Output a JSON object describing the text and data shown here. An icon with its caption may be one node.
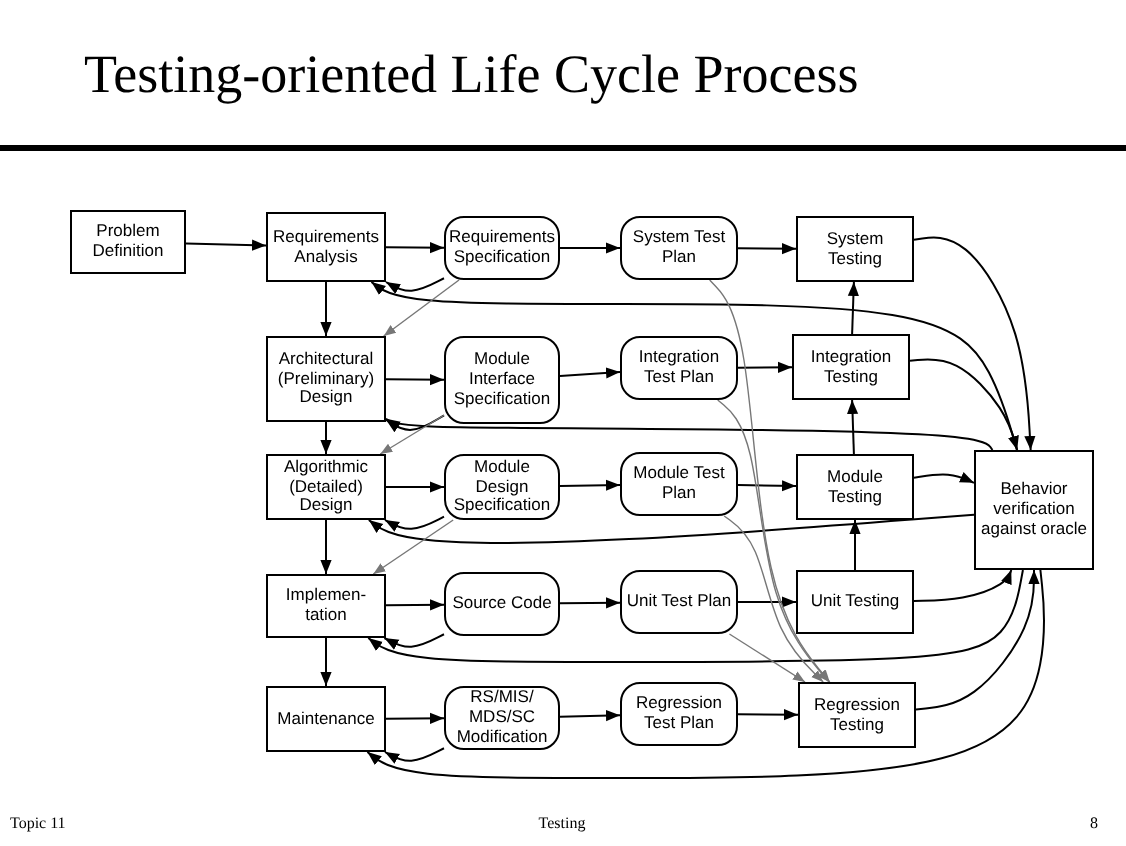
{
  "diagram": {
    "title": "Testing-oriented Life Cycle Process",
    "nodes": [
      {
        "text": [
          "Problem Definition"
        ]
      },
      {
        "text": [
          "Requirements Analysis"
        ]
      },
      {
        "text": [
          "Requirements Specification"
        ]
      },
      {
        "text": [
          "System Test Plan"
        ]
      },
      {
        "text": [
          "System Testing"
        ]
      },
      {
        "text": [
          "Architectural (Preliminary) Design"
        ]
      },
      {
        "text": [
          "Module Interface Specification"
        ]
      },
      {
        "text": [
          "Integration Test Plan"
        ]
      },
      {
        "text": [
          "Integration Testing"
        ]
      },
      {
        "text": [
          "Algorithmic (Detailed) Design"
        ]
      },
      {
        "text": [
          "Module Design Specification"
        ]
      },
      {
        "text": [
          "Module Test Plan"
        ]
      },
      {
        "text": [
          "Module Testing"
        ]
      },
      {
        "text": [
          "Behavior verification against oracle"
        ]
      },
      {
        "text": [
          "Implemen- tation"
        ]
      },
      {
        "text": [
          "Source Code"
        ]
      },
      {
        "text": [
          "Unit Test Plan"
        ]
      },
      {
        "text": [
          "Unit Testing"
        ]
      },
      {
        "text": [
          "Maintenance"
        ]
      },
      {
        "text": [
          "RS/MIS/ MDS/SC Modification"
        ]
      },
      {
        "text": [
          "Regression Test Plan"
        ]
      },
      {
        "text": [
          "Regression Testing"
        ]
      }
    ],
    "edges": [
      {
        "from": 0,
        "to": 1,
        "arrow": "to"
      },
      {
        "from": 1,
        "to": 2,
        "arrow": "to"
      },
      {
        "from": 2,
        "to": 3,
        "arrow": "to"
      },
      {
        "from": 3,
        "to": 4,
        "arrow": "to"
      },
      {
        "from": 5,
        "to": 6,
        "arrow": "to"
      },
      {
        "from": 6,
        "to": 7,
        "arrow": "to"
      },
      {
        "from": 7,
        "to": 8,
        "arrow": "to"
      },
      {
        "from": 9,
        "to": 10,
        "arrow": "to"
      },
      {
        "from": 10,
        "to": 11,
        "arrow": "to"
      },
      {
        "from": 11,
        "to": 12,
        "arrow": "to"
      },
      {
        "from": 14,
        "to": 15,
        "arrow": "to"
      },
      {
        "from": 15,
        "to": 16,
        "arrow": "to"
      },
      {
        "from": 16,
        "to": 17,
        "arrow": "to"
      },
      {
        "from": 18,
        "to": 19,
        "arrow": "to"
      },
      {
        "from": 19,
        "to": 20,
        "arrow": "to"
      },
      {
        "from": 20,
        "to": 21,
        "arrow": "to"
      },
      {
        "from": 1,
        "to": 5,
        "arrow": "to"
      },
      {
        "from": 5,
        "to": 9,
        "arrow": "to"
      },
      {
        "from": 9,
        "to": 14,
        "arrow": "to"
      },
      {
        "from": 14,
        "to": 18,
        "arrow": "to"
      },
      {
        "from": 17,
        "to": 12,
        "arrow": "to"
      },
      {
        "from": 12,
        "to": 8,
        "arrow": "to"
      },
      {
        "from": 8,
        "to": 4,
        "arrow": "to"
      },
      {
        "from": 2,
        "to": 1,
        "arrow": "to"
      },
      {
        "from": 6,
        "to": 5,
        "arrow": "to"
      },
      {
        "from": 10,
        "to": 9,
        "arrow": "to"
      },
      {
        "from": 15,
        "to": 14,
        "arrow": "to"
      },
      {
        "from": 19,
        "to": 18,
        "arrow": "to"
      },
      {
        "from": 13,
        "to": 1,
        "arrow": "to"
      },
      {
        "from": 13,
        "to": 5,
        "arrow": "to"
      },
      {
        "from": 13,
        "to": 9,
        "arrow": "to"
      },
      {
        "from": 13,
        "to": 14,
        "arrow": "to"
      },
      {
        "from": 13,
        "to": 18,
        "arrow": "to"
      },
      {
        "from": 4,
        "to": 13,
        "arrow": "to"
      },
      {
        "from": 8,
        "to": 13,
        "arrow": "to"
      },
      {
        "from": 12,
        "to": 13,
        "arrow": "to"
      },
      {
        "from": 17,
        "to": 13,
        "arrow": "to"
      },
      {
        "from": 21,
        "to": 13,
        "arrow": "to"
      },
      {
        "from": 2,
        "to": 5,
        "arrow": "to",
        "color": "#777777"
      },
      {
        "from": 6,
        "to": 9,
        "arrow": "to",
        "color": "#777777"
      },
      {
        "from": 10,
        "to": 14,
        "arrow": "to",
        "color": "#777777"
      },
      {
        "from": 3,
        "to": 21,
        "arrow": "to",
        "color": "#777777"
      },
      {
        "from": 7,
        "to": 21,
        "arrow": "to",
        "color": "#777777"
      },
      {
        "from": 11,
        "to": 21,
        "arrow": "to",
        "color": "#777777"
      },
      {
        "from": 16,
        "to": 21,
        "arrow": "to",
        "color": "#777777"
      }
    ],
    "labels": [
      "Topic 11",
      "Testing",
      "8"
    ]
  }
}
